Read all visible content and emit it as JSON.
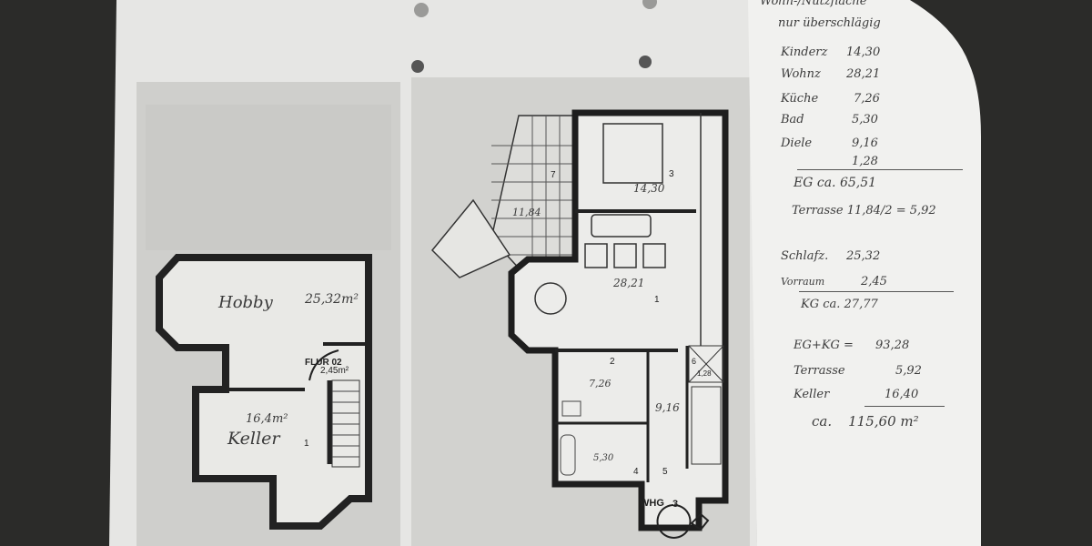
{
  "floor_plan": {
    "basement": {
      "hobby_label": "Hobby",
      "hobby_area": "25,32m²",
      "flur_label": "FLUR 02",
      "flur_area": "2,45m²",
      "keller_area": "16,4m²",
      "keller_label": "Keller",
      "keller_number": "1"
    },
    "ground_floor": {
      "terrace_number": "7",
      "terrace_area": "11,84",
      "bedroom_number": "3",
      "bedroom_area": "14,30",
      "living_area": "28,21",
      "living_number": "1",
      "kitchen_number": "2",
      "kitchen_area": "7,26",
      "storage_number": "6",
      "storage_area": "1,28",
      "hall_area": "9,16",
      "bath_area": "5,30",
      "wc_number": "4",
      "hall_number": "5",
      "entrance_label": "WHG",
      "entrance_number": "3"
    }
  },
  "notes": {
    "header_line1": "Wohn-/Nutzfläche",
    "header_line2": "nur überschlägig",
    "eg_items": [
      {
        "label": "Kinderz",
        "value": "14,30"
      },
      {
        "label": "Wohnz",
        "value": "28,21"
      },
      {
        "label": "Küche",
        "value": "7,26"
      },
      {
        "label": "Bad",
        "value": "5,30"
      },
      {
        "label": "Diele",
        "value": "9,16"
      },
      {
        "label": "",
        "value": "1,28"
      }
    ],
    "eg_total": "EG ca. 65,51",
    "terrace_calc": "Terrasse 11,84/2 = 5,92",
    "kg_items": [
      {
        "label": "Schlafz.",
        "value": "25,32"
      },
      {
        "label": "Vorraum",
        "value": "2,45"
      }
    ],
    "kg_total": "KG ca. 27,77",
    "sum_items": [
      {
        "label": "EG+KG =",
        "value": "93,28"
      },
      {
        "label": "Terrasse",
        "value": "5,92"
      },
      {
        "label": "Keller",
        "value": "16,40"
      }
    ],
    "grand_total_prefix": "ca.",
    "grand_total": "115,60 m²"
  }
}
